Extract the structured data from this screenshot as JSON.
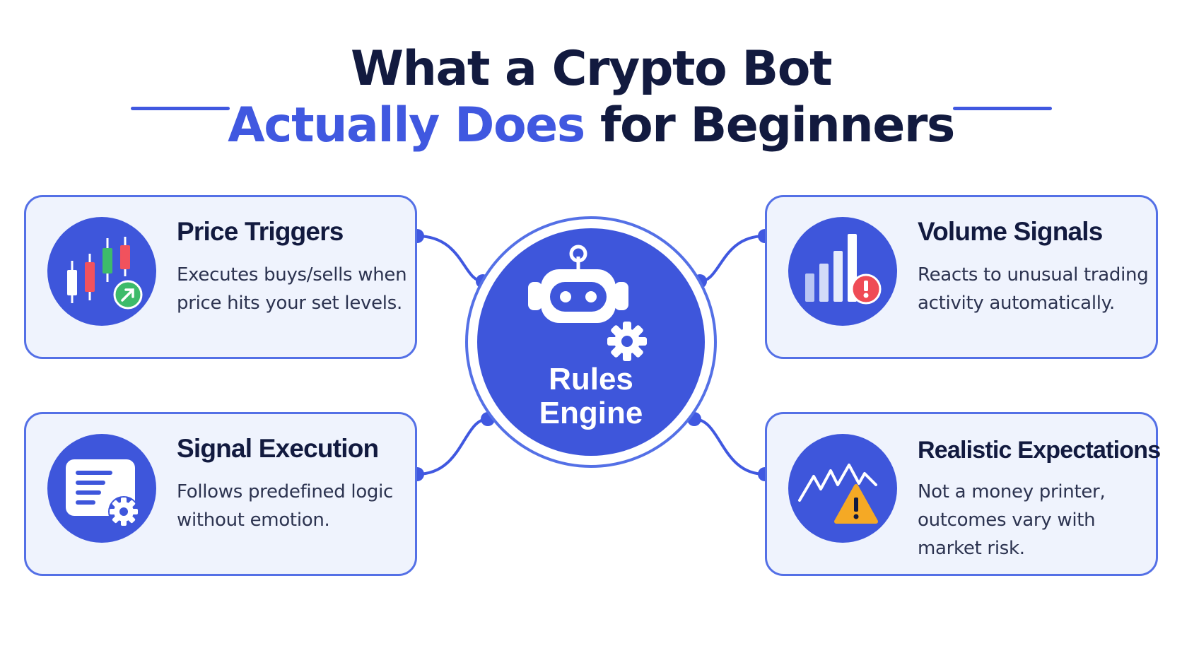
{
  "title": {
    "line1": "What a Crypto Bot",
    "line2_accent": "Actually Does",
    "line2_rest": " for Beginners"
  },
  "hub": {
    "line1": "Rules",
    "line2": "Engine"
  },
  "cards": [
    {
      "heading": "Price Triggers",
      "body": "Executes buys/sells when price hits your set levels."
    },
    {
      "heading": "Signal Execution",
      "body": "Follows predefined logic without emotion."
    },
    {
      "heading": "Volume Signals",
      "body": "Reacts to unusual trading activity automatically."
    },
    {
      "heading": "Realistic Expectations",
      "body": "Not a money printer, outcomes vary with market risk."
    }
  ],
  "icons": [
    "candlestick-chart-icon",
    "checklist-gear-icon",
    "volume-bars-alert-icon",
    "volatile-chart-warning-icon",
    "robot-gear-icon"
  ],
  "colors": {
    "accent": "#4058e0",
    "dark": "#121a3f",
    "card_bg": "#eff3fd",
    "card_border": "#5470e6",
    "circle": "#3e56db"
  }
}
